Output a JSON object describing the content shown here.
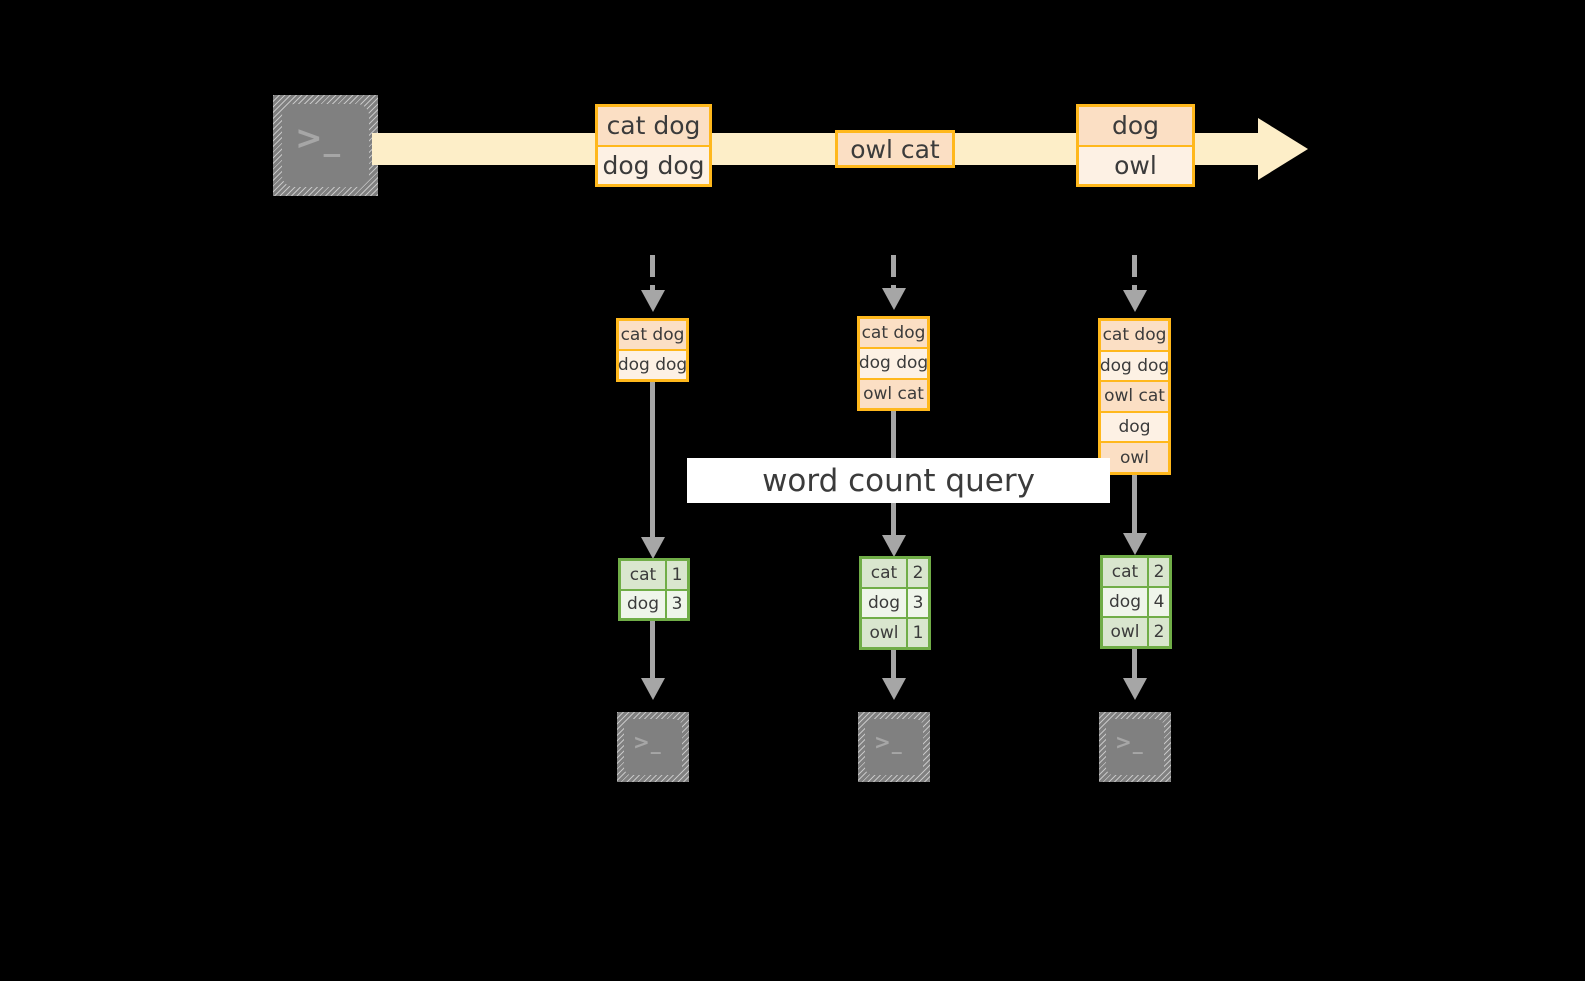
{
  "diagram": {
    "title_label": "word count query",
    "colors": {
      "stream_fill": "#FDEEC8",
      "message_border": "#FFB81C",
      "message_fill_dark": "#FBDFC4",
      "message_fill_light": "#FDF1E4",
      "result_border": "#70AD47",
      "result_fill_dark": "#D9E6CE",
      "result_fill_light": "#EFF5EA",
      "connector": "#A6A6A6",
      "terminal": "#808080",
      "background": "#000000"
    },
    "producer_terminal": {
      "icon": "terminal-icon",
      "prompt": ">_"
    },
    "stream": {
      "messages": [
        {
          "lines": [
            "cat dog",
            "dog dog"
          ]
        },
        {
          "lines": [
            "owl cat"
          ]
        },
        {
          "lines": [
            "dog",
            "owl"
          ]
        }
      ]
    },
    "columns": [
      {
        "stack": {
          "lines": [
            "cat dog",
            "dog dog"
          ]
        },
        "result": {
          "rows": [
            {
              "word": "cat",
              "count": "1"
            },
            {
              "word": "dog",
              "count": "3"
            }
          ]
        },
        "consumer_terminal": {
          "icon": "terminal-icon",
          "prompt": ">_"
        }
      },
      {
        "stack": {
          "lines": [
            "cat dog",
            "dog dog",
            "owl cat"
          ]
        },
        "result": {
          "rows": [
            {
              "word": "cat",
              "count": "2"
            },
            {
              "word": "dog",
              "count": "3"
            },
            {
              "word": "owl",
              "count": "1"
            }
          ]
        },
        "consumer_terminal": {
          "icon": "terminal-icon",
          "prompt": ">_"
        }
      },
      {
        "stack": {
          "lines": [
            "cat dog",
            "dog dog",
            "owl cat",
            "dog",
            "owl"
          ]
        },
        "result": {
          "rows": [
            {
              "word": "cat",
              "count": "2"
            },
            {
              "word": "dog",
              "count": "4"
            },
            {
              "word": "owl",
              "count": "2"
            }
          ]
        },
        "consumer_terminal": {
          "icon": "terminal-icon",
          "prompt": ">_"
        }
      }
    ]
  }
}
